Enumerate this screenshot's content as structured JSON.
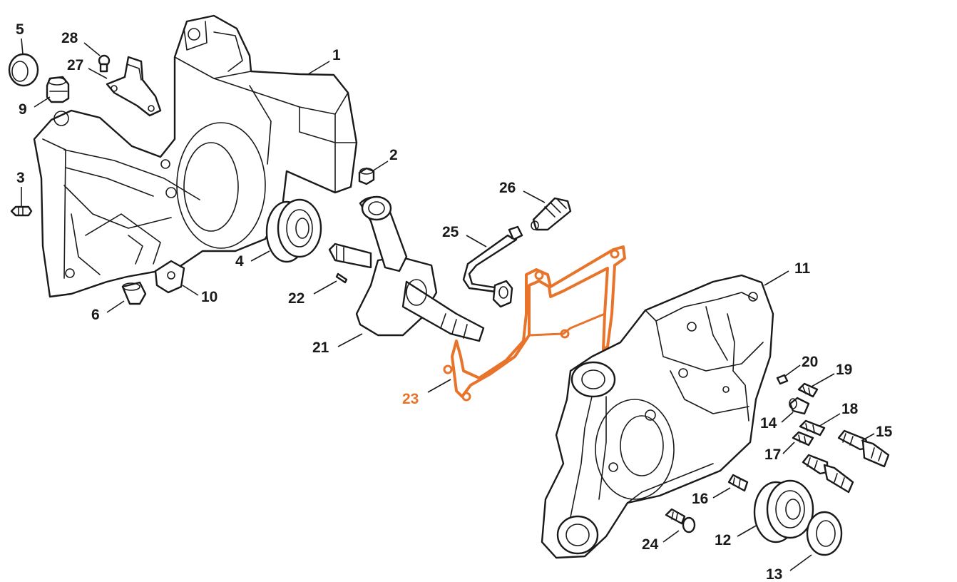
{
  "diagram": {
    "colors": {
      "line": "#1a1a1a",
      "highlight": "#e8732a",
      "background": "#ffffff"
    },
    "highlighted_part": "23",
    "callouts": [
      {
        "id": "c1",
        "label": "1"
      },
      {
        "id": "c2",
        "label": "2"
      },
      {
        "id": "c3",
        "label": "3"
      },
      {
        "id": "c4",
        "label": "4"
      },
      {
        "id": "c5",
        "label": "5"
      },
      {
        "id": "c6",
        "label": "6"
      },
      {
        "id": "c9",
        "label": "9"
      },
      {
        "id": "c10",
        "label": "10"
      },
      {
        "id": "c11",
        "label": "11"
      },
      {
        "id": "c12",
        "label": "12"
      },
      {
        "id": "c13",
        "label": "13"
      },
      {
        "id": "c14",
        "label": "14"
      },
      {
        "id": "c15",
        "label": "15"
      },
      {
        "id": "c16",
        "label": "16"
      },
      {
        "id": "c17",
        "label": "17"
      },
      {
        "id": "c18",
        "label": "18"
      },
      {
        "id": "c19",
        "label": "19"
      },
      {
        "id": "c20",
        "label": "20"
      },
      {
        "id": "c21",
        "label": "21"
      },
      {
        "id": "c22",
        "label": "22"
      },
      {
        "id": "c23",
        "label": "23"
      },
      {
        "id": "c24",
        "label": "24"
      },
      {
        "id": "c25",
        "label": "25"
      },
      {
        "id": "c26",
        "label": "26"
      },
      {
        "id": "c27",
        "label": "27"
      },
      {
        "id": "c28",
        "label": "28"
      }
    ]
  }
}
